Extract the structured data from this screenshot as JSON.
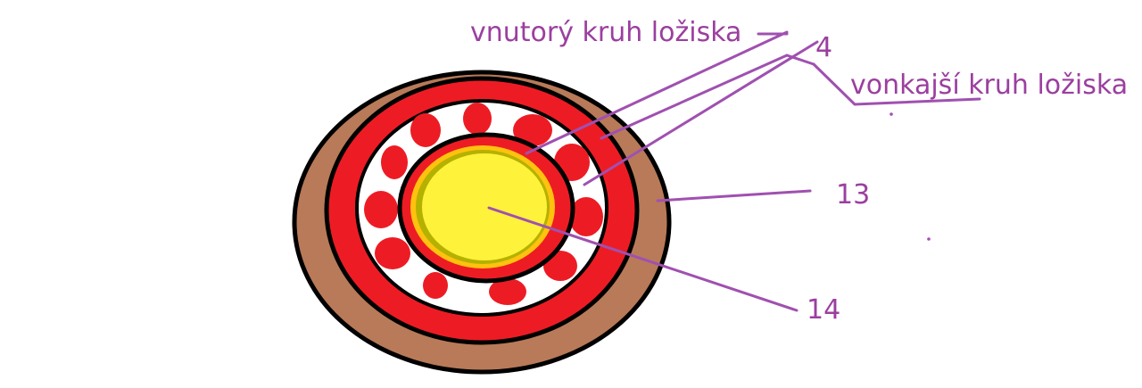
{
  "labels": {
    "inner_ring": "vnutorý kruh ložiska",
    "number_4": "4",
    "outer_ring": "vonkajší kruh ložiska",
    "number_13": "13",
    "number_14": "14"
  },
  "colors": {
    "label_purple": "#9b3f9f",
    "leader_line": "#a050b0",
    "housing_brown": "#b87a58",
    "ring_red": "#ed1c24",
    "balls_red": "#ed1c24",
    "shaft_yellow": "#fff23a",
    "shaft_edge_olive": "#b5b100",
    "shaft_edge_orange": "#ffc20e",
    "outline_black": "#000000",
    "background": "#ffffff"
  }
}
